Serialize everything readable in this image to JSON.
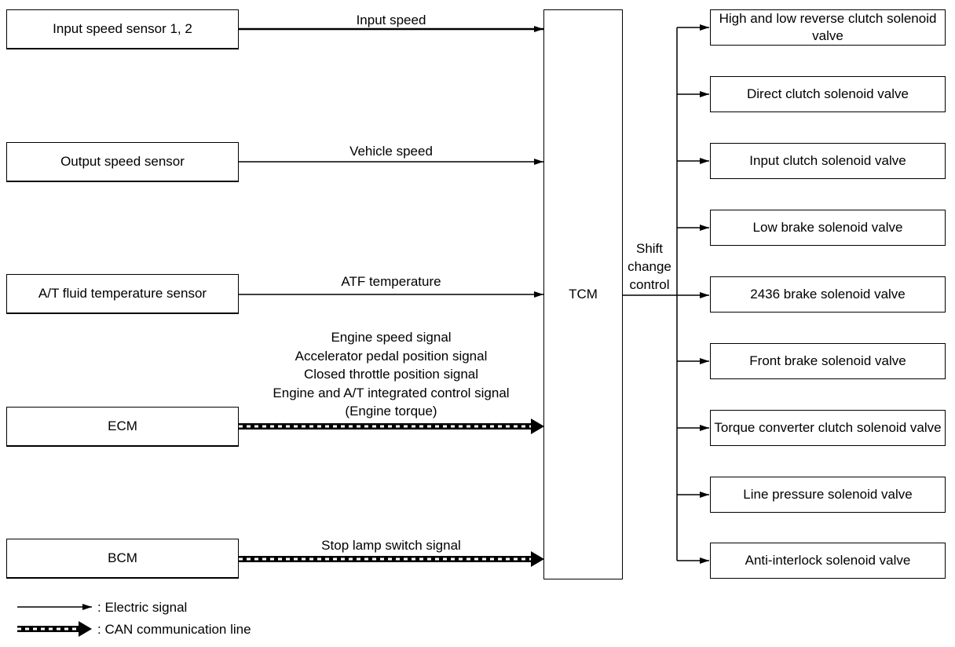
{
  "inputs": {
    "input_speed_sensor": "Input speed sensor 1, 2",
    "output_speed_sensor": "Output speed sensor",
    "atf_temp_sensor": "A/T fluid temperature sensor",
    "ecm": "ECM",
    "bcm": "BCM"
  },
  "signals": {
    "input_speed": "Input speed",
    "vehicle_speed": "Vehicle speed",
    "atf_temperature": "ATF temperature",
    "ecm_signals": [
      "Engine speed signal",
      "Accelerator pedal position signal",
      "Closed throttle position signal",
      "Engine and A/T integrated control signal",
      "(Engine torque)"
    ],
    "stop_lamp": "Stop lamp switch signal"
  },
  "controller": {
    "tcm": "TCM"
  },
  "shift_control": [
    "Shift",
    "change",
    "control"
  ],
  "outputs": [
    "High and low reverse clutch solenoid valve",
    "Direct clutch solenoid valve",
    "Input clutch solenoid valve",
    "Low brake solenoid valve",
    "2436 brake solenoid valve",
    "Front brake solenoid valve",
    "Torque converter clutch solenoid valve",
    "Line pressure solenoid valve",
    "Anti-interlock solenoid valve"
  ],
  "legend": {
    "electric": ": Electric signal",
    "can": ": CAN communication line"
  }
}
